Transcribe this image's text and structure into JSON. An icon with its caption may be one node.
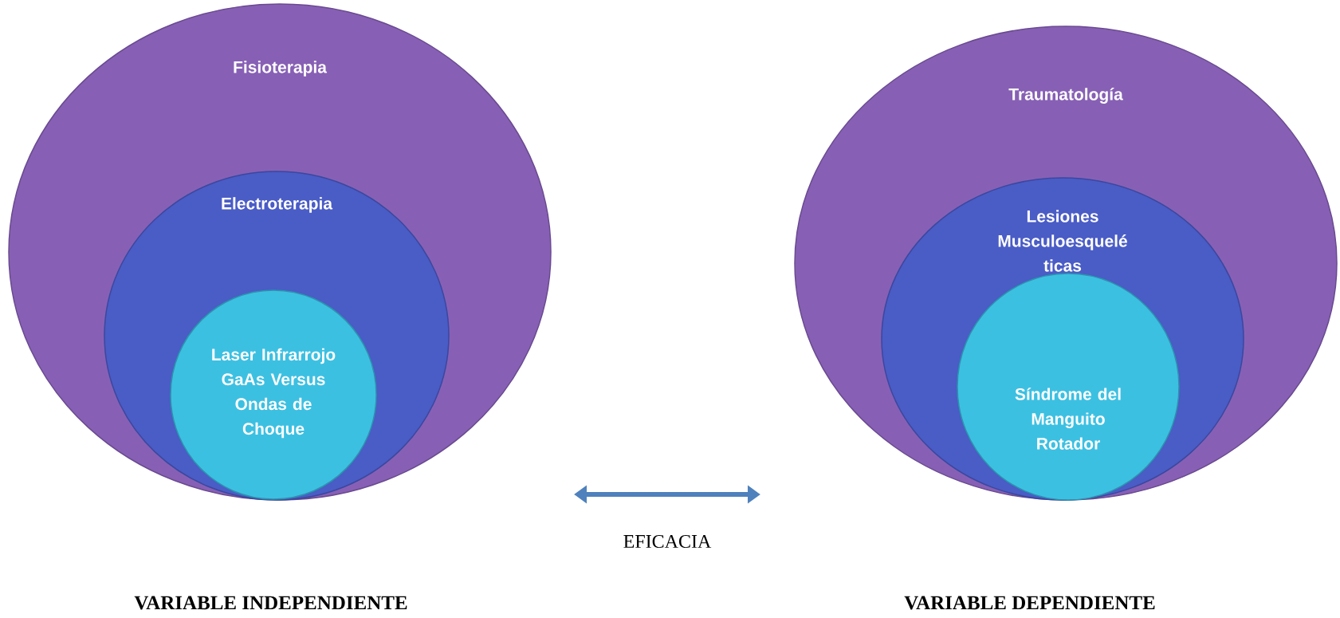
{
  "diagram": {
    "nodes": [
      {
        "text": [
          "Fisioterapia"
        ]
      },
      {
        "text": [
          "Electroterapia"
        ],
        "in": 0
      },
      {
        "text": [
          "Laser Infrarrojo GaAs Versus Ondas de Choque"
        ],
        "in": 1
      },
      {
        "text": [
          "Traumatología"
        ]
      },
      {
        "text": [
          "Lesiones Musculoesquelé ticas"
        ],
        "in": 3
      },
      {
        "text": [
          "Síndrome del Manguito Rotador"
        ],
        "in": 4
      }
    ],
    "labels": [
      "EFICACIA",
      "VARIABLE INDEPENDIENTE",
      "VARIABLE DEPENDIENTE"
    ]
  }
}
